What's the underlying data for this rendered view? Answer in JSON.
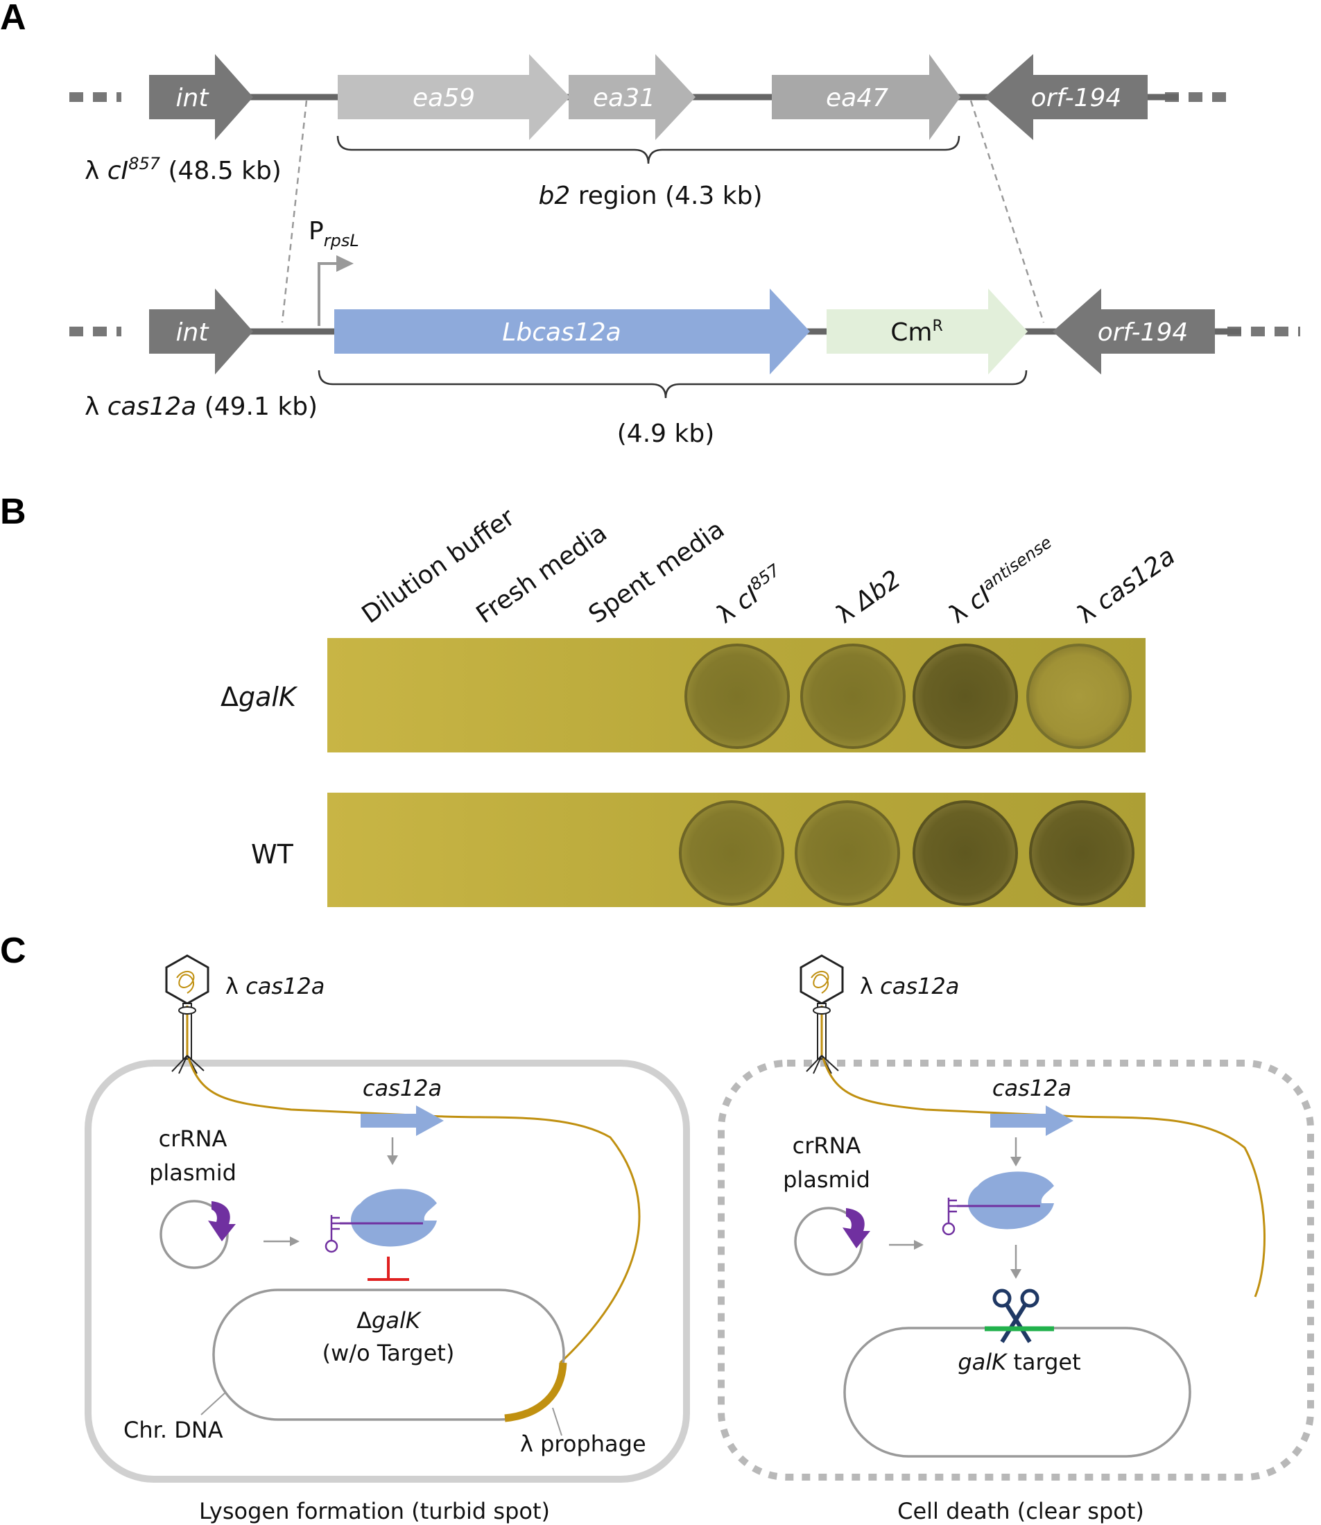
{
  "panels": {
    "a": "A",
    "b": "B",
    "c": "C"
  },
  "panel_a": {
    "wt_genes": [
      "int",
      "ea59",
      "ea31",
      "ea47",
      "orf-194"
    ],
    "wt_phage": {
      "lambda": "λ",
      "name": "cI",
      "sup": "857",
      "size": "(48.5 kb)"
    },
    "b2_region": {
      "name": "b2",
      "rest": "region (4.3 kb)"
    },
    "promoter": {
      "p": "P",
      "sub": "rpsL"
    },
    "mut_genes": [
      "int",
      "Lbcas12a",
      "orf-194"
    ],
    "cm": {
      "base": "Cm",
      "sup": "R"
    },
    "mut_phage": {
      "lambda": "λ",
      "name": "cas12a",
      "size": "(49.1 kb)"
    },
    "insert_size": "(4.9 kb)",
    "colors": {
      "dark_gene": "#777777",
      "ea59": "#c0c0c0",
      "ea31": "#b4b4b4",
      "ea47": "#a8a8a8",
      "cas12a": "#8eaadb",
      "cmr": "#e2efda"
    }
  },
  "panel_b": {
    "columns": [
      {
        "text": "Dilution buffer"
      },
      {
        "text": "Fresh media"
      },
      {
        "text": "Spent media"
      },
      {
        "prefix": "λ ",
        "name": "cI",
        "sup": "857"
      },
      {
        "prefix": "λ ",
        "name": "Δb2",
        "sup": ""
      },
      {
        "prefix": "λ ",
        "name": "cI",
        "sup": "antisense"
      },
      {
        "prefix": "λ ",
        "name": "cas12a",
        "sup": ""
      }
    ],
    "rows": [
      {
        "delta": "Δ",
        "name": "galK"
      },
      {
        "delta": "",
        "name": "WT"
      }
    ],
    "plate_color": "#b8a83a"
  },
  "panel_c": {
    "phage": {
      "lambda": "λ",
      "name": "cas12a"
    },
    "gene": "cas12a",
    "crrna": [
      "crRNA",
      "plasmid"
    ],
    "left": {
      "chromosome": [
        "Δ",
        "galK",
        "(w/o Target)"
      ],
      "chr_label": "Chr. DNA",
      "prophage": "λ prophage",
      "caption": "Lysogen formation (turbid spot)"
    },
    "right": {
      "target": [
        "galK",
        "target"
      ],
      "caption": "Cell death (clear spot)"
    },
    "colors": {
      "phage_dna": "#c09010",
      "cas_protein": "#8eaadb",
      "crrna": "#7030a0",
      "block": "#e02020",
      "target": "#22b14c",
      "scissors": "#1f3864"
    }
  }
}
